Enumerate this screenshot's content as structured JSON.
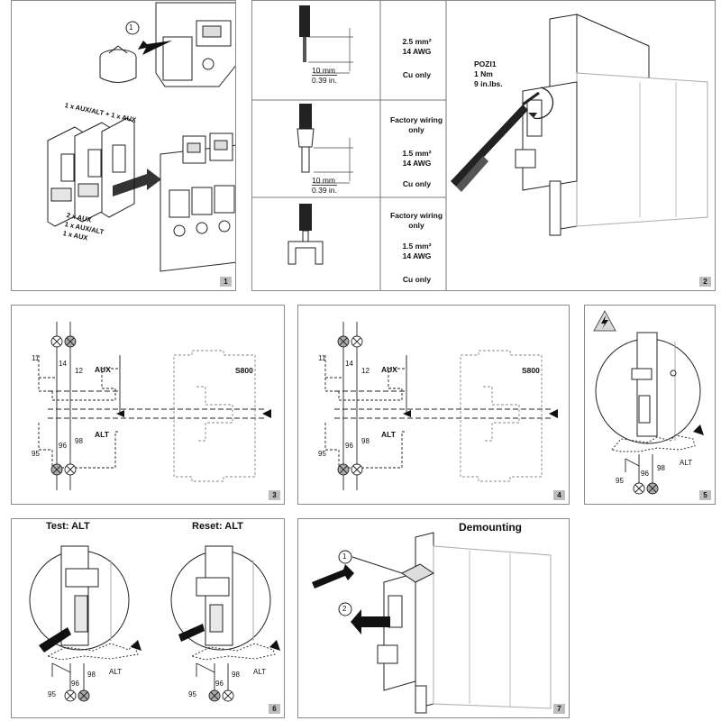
{
  "panel1": {
    "number": "1",
    "step": "1",
    "combo_top": "1 x AUX/ALT + 1 x AUX",
    "combo_bottom": [
      "2 x AUX",
      "1 x AUX/ALT",
      "1 x AUX"
    ]
  },
  "panel2": {
    "number": "2",
    "rows": [
      {
        "section": "2.5 mm²",
        "awg": "14 AWG",
        "note": "Cu only",
        "factory": ""
      },
      {
        "section": "1.5 mm²",
        "awg": "14 AWG",
        "note": "Cu only",
        "factory": "Factory wiring only"
      },
      {
        "section": "1.5 mm²",
        "awg": "14 AWG",
        "note": "Cu only",
        "factory": "Factory wiring only"
      }
    ],
    "strip_mm": "10 mm",
    "strip_in": "0.39 in.",
    "torque_tool": "POZI1",
    "torque_nm": "1 Nm",
    "torque_in": "9 in.lbs."
  },
  "panel3": {
    "number": "3",
    "aux": "AUX",
    "alt": "ALT",
    "device": "S800",
    "terminals": {
      "t11": "11",
      "t12": "12",
      "t14": "14",
      "t95": "95",
      "t96": "96",
      "t98": "98"
    }
  },
  "panel4": {
    "number": "4",
    "aux": "AUX",
    "alt": "ALT",
    "device": "S800",
    "terminals": {
      "t11": "11",
      "t12": "12",
      "t14": "14",
      "t95": "95",
      "t96": "96",
      "t98": "98"
    }
  },
  "panel5": {
    "number": "5",
    "alt": "ALT",
    "terminals": {
      "t95": "95",
      "t96": "96",
      "t98": "98"
    }
  },
  "panel6": {
    "number": "6",
    "test": "Test: ALT",
    "reset": "Reset: ALT",
    "alt": "ALT",
    "terminals": {
      "t95": "95",
      "t96": "96",
      "t98": "98"
    }
  },
  "panel7": {
    "number": "7",
    "title": "Demounting",
    "step1": "1",
    "step2": "2"
  },
  "colors": {
    "border": "#8a8a8a",
    "lamp_on": "#aaaaaa",
    "label_box": "#bdbdbd"
  }
}
